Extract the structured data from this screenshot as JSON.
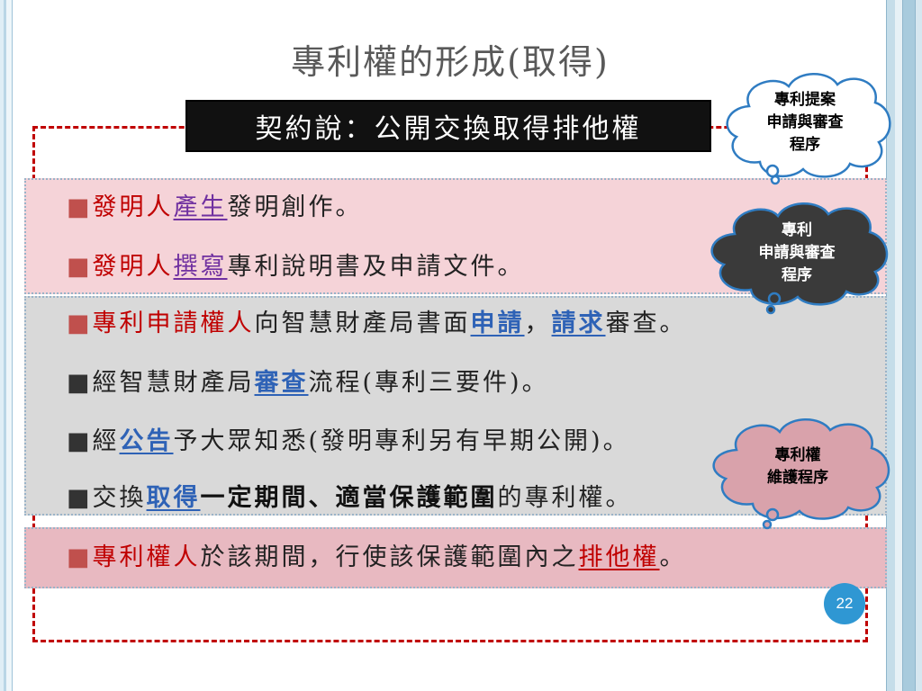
{
  "title": "專利權的形成(取得)",
  "banner": "契約說：公開交換取得排他權",
  "bullet": "■",
  "lines": [
    {
      "a": "發明人",
      "b": "產生",
      "c": "發明創作。"
    },
    {
      "a": "發明人",
      "b": "撰寫",
      "c": "專利說明書及申請文件。"
    },
    {
      "a": "專利申請權人",
      "b": "向智慧財產局書面",
      "c": "申請",
      "d": "，",
      "e": "請求",
      "f": "審查。"
    },
    {
      "a": "經智慧財產局",
      "b": "審查",
      "c": "流程(專利三要件)。"
    },
    {
      "a": "經",
      "b": "公告",
      "c": "予大眾知悉(發明專利另有早期公開)。"
    },
    {
      "a": "交換",
      "b": "取得",
      "c": "一定期間、適當保護範圍",
      "d": "的專利權。"
    },
    {
      "a": "專利權人",
      "b": "於該期間，行使該保護範圍內之",
      "c": "排他權",
      "d": "。"
    }
  ],
  "clouds": {
    "c1": {
      "l1": "專利提案",
      "l2": "申請與審查",
      "l3": "程序"
    },
    "c2": {
      "l1": "專利",
      "l2": "申請與審查",
      "l3": "程序"
    },
    "c3": {
      "l1": "專利權",
      "l2": "維護程序"
    }
  },
  "page_number": "22",
  "colors": {
    "red": "#c00000",
    "blue_link": "#2e62b6",
    "purple_link": "#7030a0",
    "page_badge": "#2f97d3"
  }
}
